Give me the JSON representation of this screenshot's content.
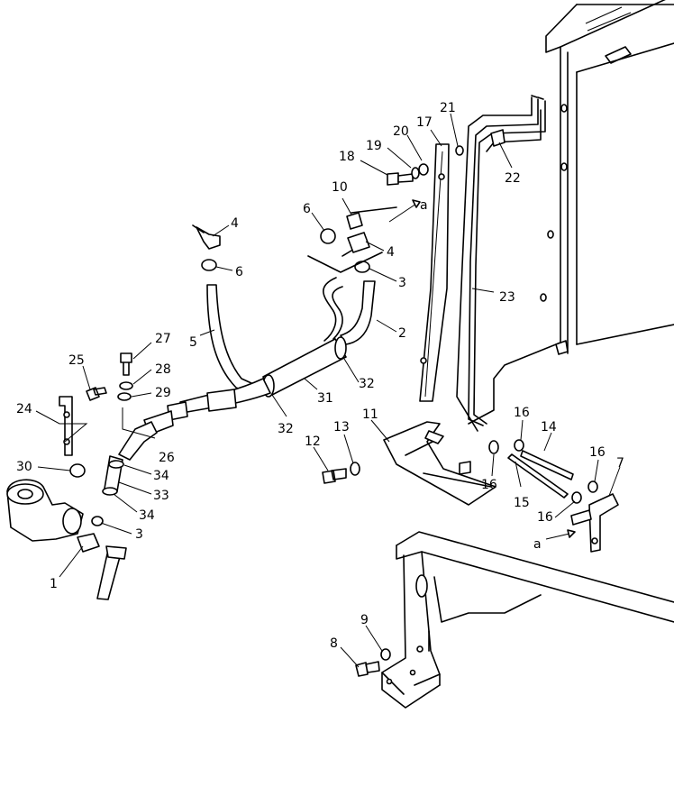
{
  "diagram": {
    "callouts": [
      {
        "id": "c1",
        "text": "1"
      },
      {
        "id": "c2",
        "text": "2"
      },
      {
        "id": "c3a",
        "text": "3"
      },
      {
        "id": "c3b",
        "text": "3"
      },
      {
        "id": "c4a",
        "text": "4"
      },
      {
        "id": "c4b",
        "text": "4"
      },
      {
        "id": "c5",
        "text": "5"
      },
      {
        "id": "c6a",
        "text": "6"
      },
      {
        "id": "c6b",
        "text": "6"
      },
      {
        "id": "c7",
        "text": "7"
      },
      {
        "id": "c8",
        "text": "8"
      },
      {
        "id": "c9",
        "text": "9"
      },
      {
        "id": "c10",
        "text": "10"
      },
      {
        "id": "c11",
        "text": "11"
      },
      {
        "id": "c12",
        "text": "12"
      },
      {
        "id": "c13",
        "text": "13"
      },
      {
        "id": "c14",
        "text": "14"
      },
      {
        "id": "c15",
        "text": "15"
      },
      {
        "id": "c16a",
        "text": "16"
      },
      {
        "id": "c16b",
        "text": "16"
      },
      {
        "id": "c16c",
        "text": "16"
      },
      {
        "id": "c16d",
        "text": "16"
      },
      {
        "id": "c17",
        "text": "17"
      },
      {
        "id": "c18",
        "text": "18"
      },
      {
        "id": "c19",
        "text": "19"
      },
      {
        "id": "c20",
        "text": "20"
      },
      {
        "id": "c21",
        "text": "21"
      },
      {
        "id": "c22",
        "text": "22"
      },
      {
        "id": "c23",
        "text": "23"
      },
      {
        "id": "c24",
        "text": "24"
      },
      {
        "id": "c25",
        "text": "25"
      },
      {
        "id": "c26",
        "text": "26"
      },
      {
        "id": "c27",
        "text": "27"
      },
      {
        "id": "c28",
        "text": "28"
      },
      {
        "id": "c29",
        "text": "29"
      },
      {
        "id": "c30",
        "text": "30"
      },
      {
        "id": "c31",
        "text": "31"
      },
      {
        "id": "c32a",
        "text": "32"
      },
      {
        "id": "c32b",
        "text": "32"
      },
      {
        "id": "c33",
        "text": "33"
      },
      {
        "id": "c34a",
        "text": "34"
      },
      {
        "id": "c34b",
        "text": "34"
      }
    ],
    "refs": [
      {
        "id": "ra1",
        "text": "a"
      },
      {
        "id": "ra2",
        "text": "a"
      }
    ]
  }
}
